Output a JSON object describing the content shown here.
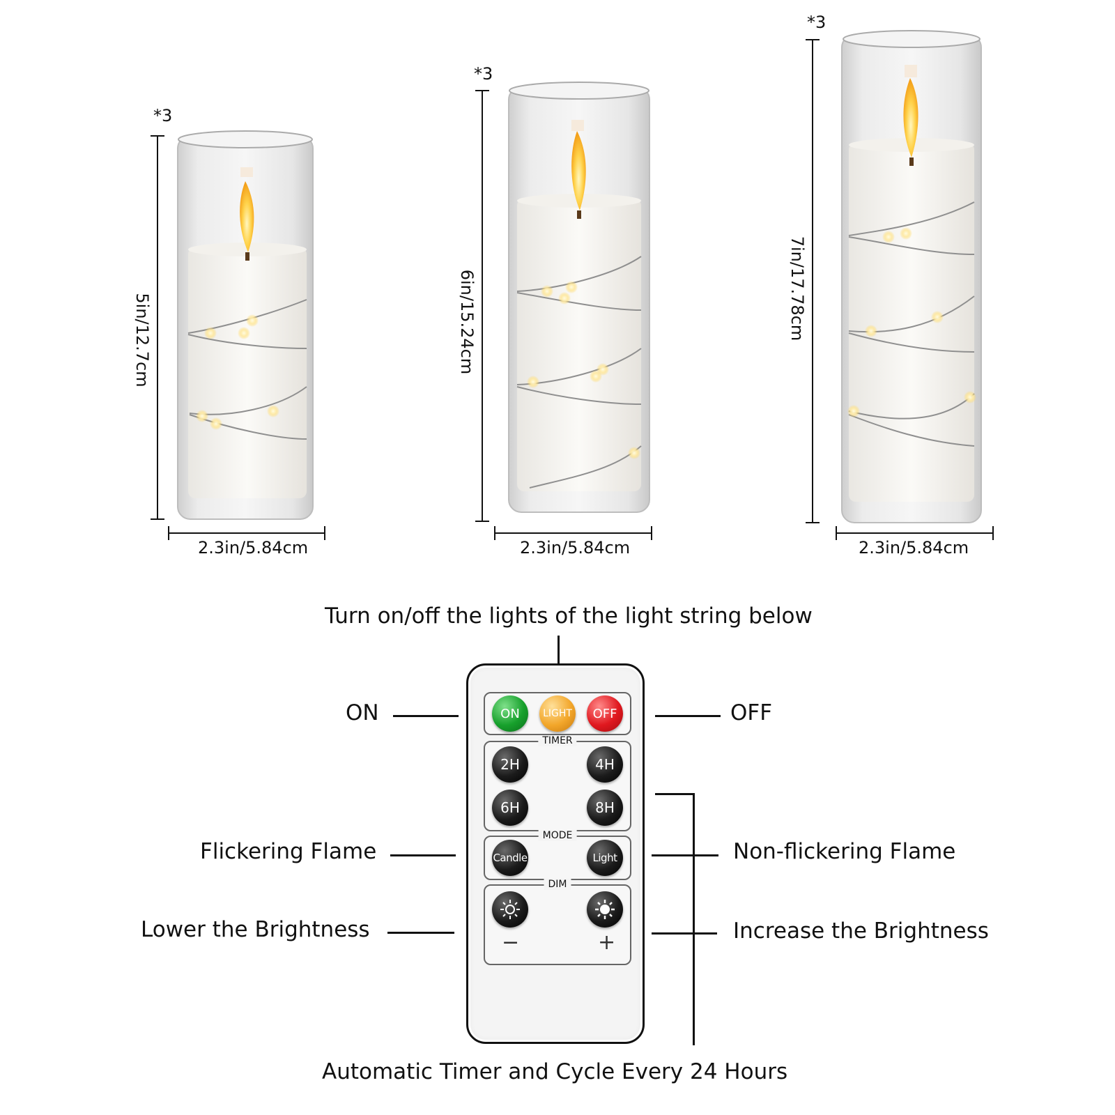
{
  "candles": [
    {
      "qty": "*3",
      "height_label": "5in/12.7cm",
      "width_label": "2.3in/5.84cm"
    },
    {
      "qty": "*3",
      "height_label": "6in/15.24cm",
      "width_label": "2.3in/5.84cm"
    },
    {
      "qty": "*3",
      "height_label": "7in/17.78cm",
      "width_label": "2.3in/5.84cm"
    }
  ],
  "callouts": {
    "top": "Turn on/off the lights of the light string below",
    "on": "ON",
    "off": "OFF",
    "flicker": "Flickering Flame",
    "nonflicker": "Non-flickering Flame",
    "lower": "Lower the Brightness",
    "increase": "Increase the Brightness",
    "timer": "Automatic Timer and Cycle Every 24 Hours"
  },
  "remote": {
    "power": {
      "on": "ON",
      "light": "LIGHT",
      "off": "OFF"
    },
    "timer": {
      "title": "TIMER",
      "b2": "2H",
      "b4": "4H",
      "b6": "6H",
      "b8": "8H"
    },
    "mode": {
      "title": "MODE",
      "candle": "Candle",
      "light": "Light"
    },
    "dim": {
      "title": "DIM",
      "minus": "−",
      "plus": "+"
    }
  },
  "colors": {
    "on": "#17a02c",
    "light": "#f2a62a",
    "off": "#e0181f",
    "button_dark": "#1b1b1b"
  }
}
